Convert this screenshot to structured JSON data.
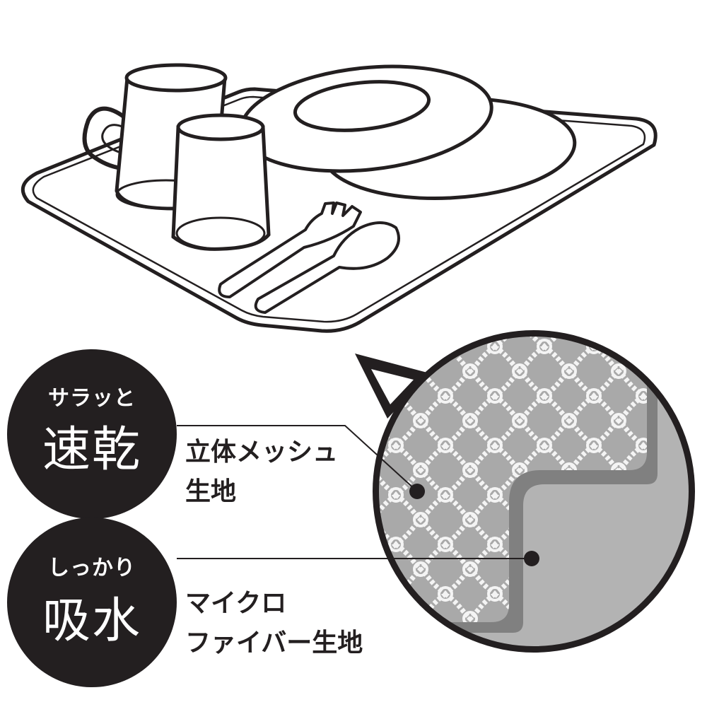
{
  "badges": {
    "quick_dry": {
      "small": "サラッと",
      "big": "速乾"
    },
    "absorb": {
      "small": "しっかり",
      "big": "吸水"
    }
  },
  "labels": {
    "mesh": {
      "line1": "立体メッシュ",
      "line2": "生地"
    },
    "microfiber": {
      "line1": "マイクロ",
      "line2": "ファイバー生地"
    }
  },
  "colors": {
    "ink": "#231f20",
    "mesh_gray": "#a9a9a9",
    "mesh_thread": "#f4f4f4",
    "microfiber_gray": "#b3b3b3",
    "edge_gray": "#808080"
  },
  "icons": [
    "tray-illustration",
    "mug-icon",
    "glass-icon",
    "plate-icon",
    "fork-icon",
    "spoon-icon",
    "fabric-zoom-bubble"
  ]
}
